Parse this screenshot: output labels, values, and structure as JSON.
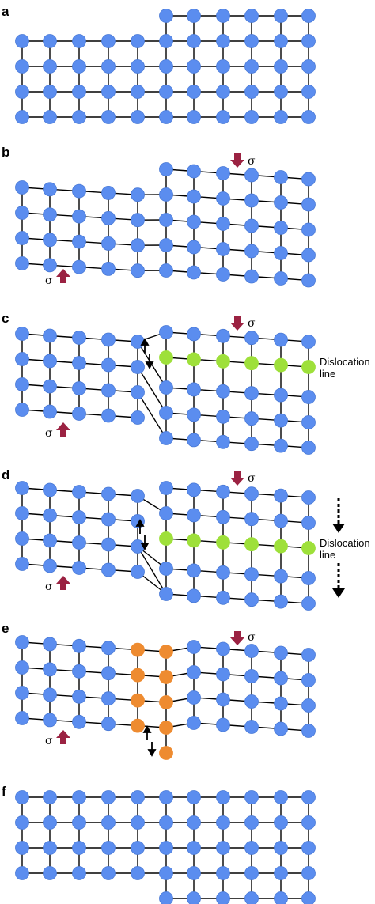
{
  "colors": {
    "atom": "#5b8def",
    "atom_edge": "#4a7ad6",
    "dislocation_atom": "#9ee03a",
    "slip_atom": "#ee8b30",
    "bond": "#000000",
    "stress_arrow": "#9b2242"
  },
  "panels": [
    {
      "id": "a",
      "label": "a",
      "stress": false,
      "note": "",
      "note2": ""
    },
    {
      "id": "b",
      "label": "b",
      "stress": true,
      "stress_symbol": "σ",
      "note": "",
      "note2": ""
    },
    {
      "id": "c",
      "label": "c",
      "stress": true,
      "stress_symbol": "σ",
      "note": "Dislocation",
      "note2": "line"
    },
    {
      "id": "d",
      "label": "d",
      "stress": true,
      "stress_symbol": "σ",
      "note": "Dislocation",
      "note2": "line"
    },
    {
      "id": "e",
      "label": "e",
      "stress": true,
      "stress_symbol": "σ",
      "note": "",
      "note2": ""
    },
    {
      "id": "f",
      "label": "f",
      "stress": false,
      "note": "",
      "note2": ""
    }
  ]
}
